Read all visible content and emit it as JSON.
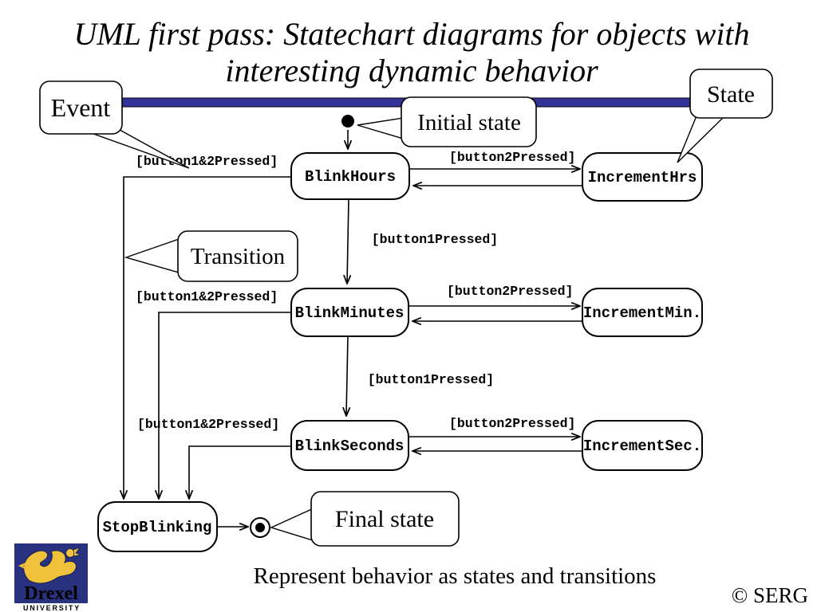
{
  "slide": {
    "title_line1": "UML first pass: Statechart diagrams for objects with",
    "title_line2": "interesting dynamic behavior",
    "accent_bar_color": "#333399"
  },
  "callouts": {
    "event": "Event",
    "state": "State",
    "initial": "Initial state",
    "transition": "Transition",
    "final": "Final state"
  },
  "states": {
    "blink_hours": "BlinkHours",
    "increment_hrs": "IncrementHrs",
    "blink_minutes": "BlinkMinutes",
    "increment_min": "IncrementMin.",
    "blink_seconds": "BlinkSeconds",
    "increment_sec": "IncrementSec.",
    "stop_blinking": "StopBlinking"
  },
  "events": {
    "b12": "[button1&2Pressed]",
    "b1": "[button1Pressed]",
    "b2": "[button2Pressed]"
  },
  "footer": {
    "message": "Represent behavior as states and transitions",
    "copyright": "© SERG"
  },
  "logo": {
    "name": "Drexel",
    "subtitle": "UNIVERSITY",
    "bg_color": "#28327e",
    "gold_color": "#f0c23c"
  }
}
